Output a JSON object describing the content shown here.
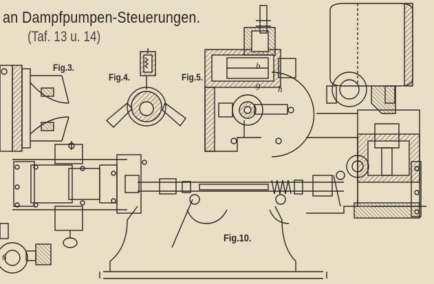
{
  "plate": {
    "title": "an Dampfpumpen-Steuerungen.",
    "subtitle": "(Taf. 13 u. 14)"
  },
  "figures": {
    "fig3": "Fig.3.",
    "fig4": "Fig.4.",
    "fig5": "Fig.5.",
    "fig10": "Fig.10."
  },
  "part_labels": {
    "b": "b",
    "g": "g",
    "h": "h",
    "b6": "6"
  },
  "colors": {
    "paper": "#e9dfc7",
    "ink": "#2a2622",
    "hatch": "#5a5148"
  }
}
